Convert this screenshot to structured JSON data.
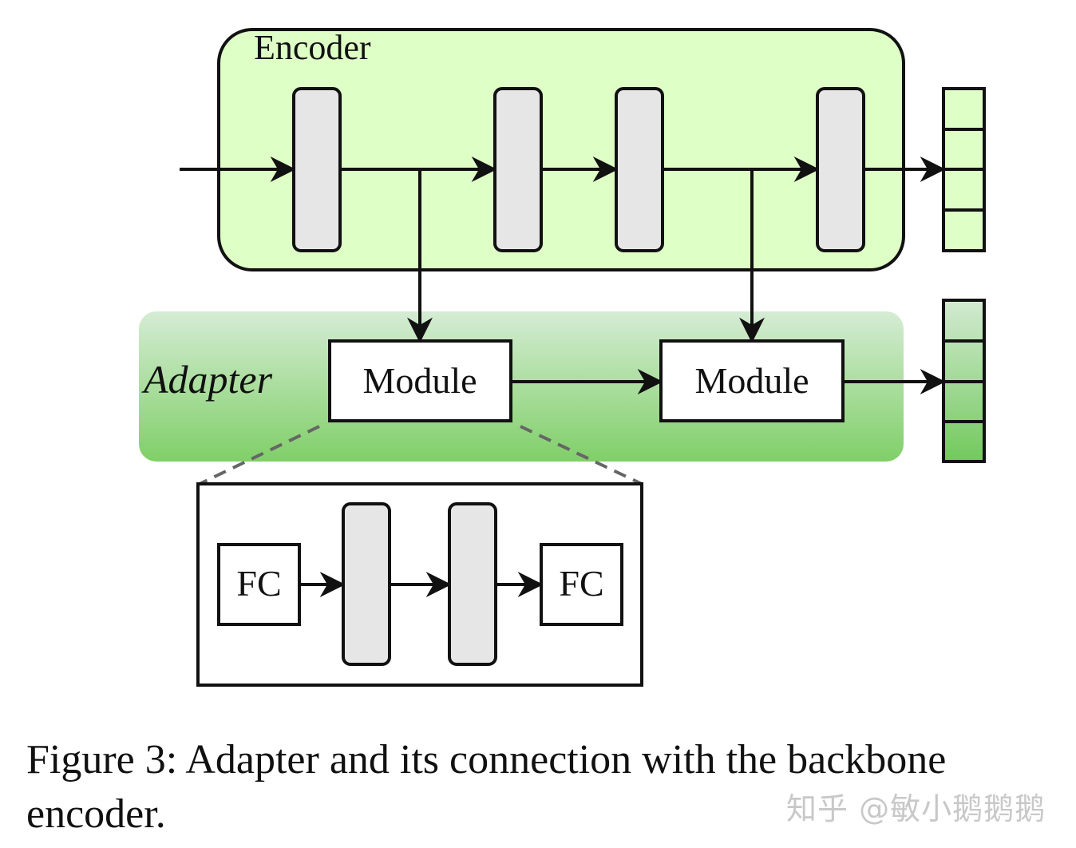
{
  "diagram": {
    "encoder_label": "Encoder",
    "adapter_label": "Adapter",
    "module_label": "Module",
    "fc_label": "FC"
  },
  "caption": {
    "text": "Figure 3: Adapter and its connection with the backbone encoder."
  },
  "watermark": "知乎 @敏小鹅鹅鹅",
  "colors": {
    "encoder_fill": "#deffc6",
    "adapter_top": "#d5ecd4",
    "adapter_bottom": "#80cf68",
    "layer_fill": "#e6e6e6",
    "stroke": "#111111",
    "dash": "#666666"
  }
}
